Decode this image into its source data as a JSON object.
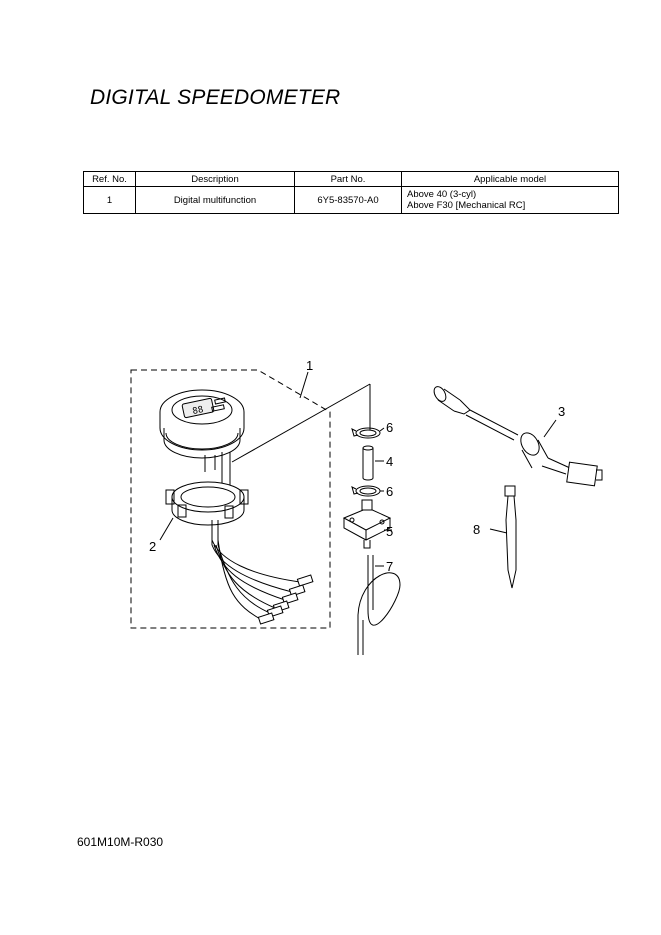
{
  "page": {
    "title": "DIGITAL SPEEDOMETER",
    "code": "601M10M-R030"
  },
  "table": {
    "headers": {
      "ref": "Ref. No.",
      "description": "Description",
      "part": "Part No.",
      "model": "Applicable model"
    },
    "rows": [
      {
        "ref": "1",
        "description": "Digital multifunction",
        "part": "6Y5-83570-A0",
        "model_line1": "Above 40 (3-cyl)",
        "model_line2": "Above F30 [Mechanical RC]"
      }
    ]
  },
  "diagram": {
    "callouts": {
      "c1": "1",
      "c2": "2",
      "c3": "3",
      "c4": "4",
      "c5": "5",
      "c6a": "6",
      "c6b": "6",
      "c7": "7",
      "c8": "8"
    }
  }
}
